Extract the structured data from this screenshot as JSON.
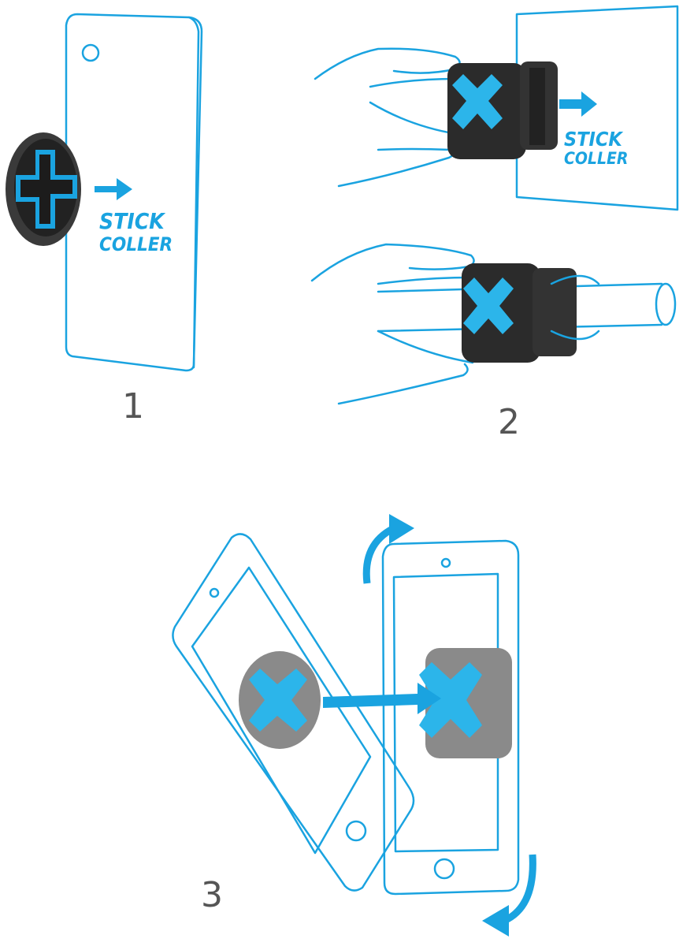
{
  "steps": [
    {
      "number": "1",
      "caption_line1": "STICK",
      "caption_line2": "COLLER"
    },
    {
      "number": "2",
      "caption_line1": "STICK",
      "caption_line2": "COLLER"
    },
    {
      "number": "3"
    }
  ],
  "colors": {
    "accent": "#1aa3e0",
    "mount_dark": "#2b2b2b",
    "mount_grey": "#8a8a8a",
    "cross_blue": "#2cb5ea"
  }
}
